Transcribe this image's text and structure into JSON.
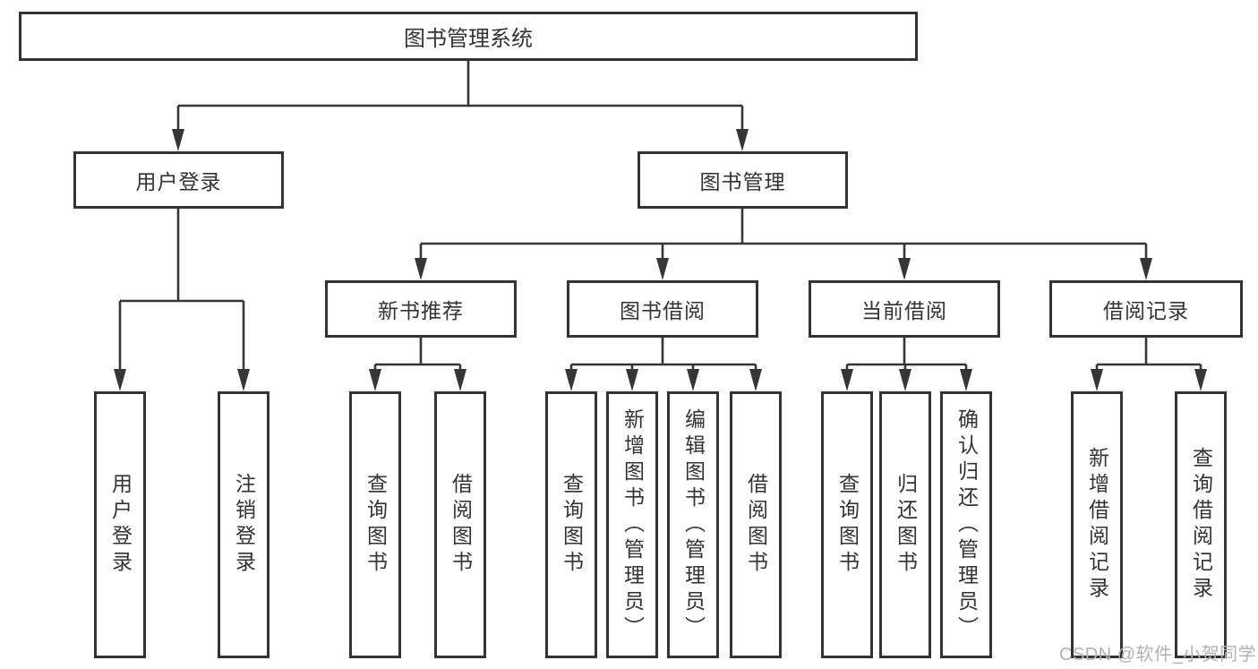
{
  "diagram": {
    "type": "tree-structure-chart",
    "colors": {
      "line": "#363636",
      "box_border": "#333333",
      "text": "#333333",
      "background": "#ffffff",
      "watermark": "#b2b2b2"
    },
    "nodes": {
      "root": {
        "label": "图书管理系统"
      },
      "level2": [
        {
          "label": "用户登录",
          "parent": "图书管理系统"
        },
        {
          "label": "图书管理",
          "parent": "图书管理系统"
        }
      ],
      "level3": [
        {
          "label": "新书推荐",
          "parent": "图书管理"
        },
        {
          "label": "图书借阅",
          "parent": "图书管理"
        },
        {
          "label": "当前借阅",
          "parent": "图书管理"
        },
        {
          "label": "借阅记录",
          "parent": "图书管理"
        }
      ],
      "leaves": [
        {
          "label": "用户登录",
          "parent": "用户登录"
        },
        {
          "label": "注销登录",
          "parent": "用户登录"
        },
        {
          "label": "查询图书",
          "parent": "新书推荐"
        },
        {
          "label": "借阅图书",
          "parent": "新书推荐"
        },
        {
          "label": "查询图书",
          "parent": "图书借阅"
        },
        {
          "label": "新增图书（管理员）",
          "parent": "图书借阅"
        },
        {
          "label": "编辑图书（管理员）",
          "parent": "图书借阅"
        },
        {
          "label": "借阅图书",
          "parent": "图书借阅"
        },
        {
          "label": "查询图书",
          "parent": "当前借阅"
        },
        {
          "label": "归还图书",
          "parent": "当前借阅"
        },
        {
          "label": "确认归还（管理员）",
          "parent": "当前借阅"
        },
        {
          "label": "新增借阅记录",
          "parent": "借阅记录"
        },
        {
          "label": "查询借阅记录",
          "parent": "借阅记录"
        }
      ]
    }
  },
  "watermark": {
    "text": "CSDN @软件_小贺同学"
  }
}
